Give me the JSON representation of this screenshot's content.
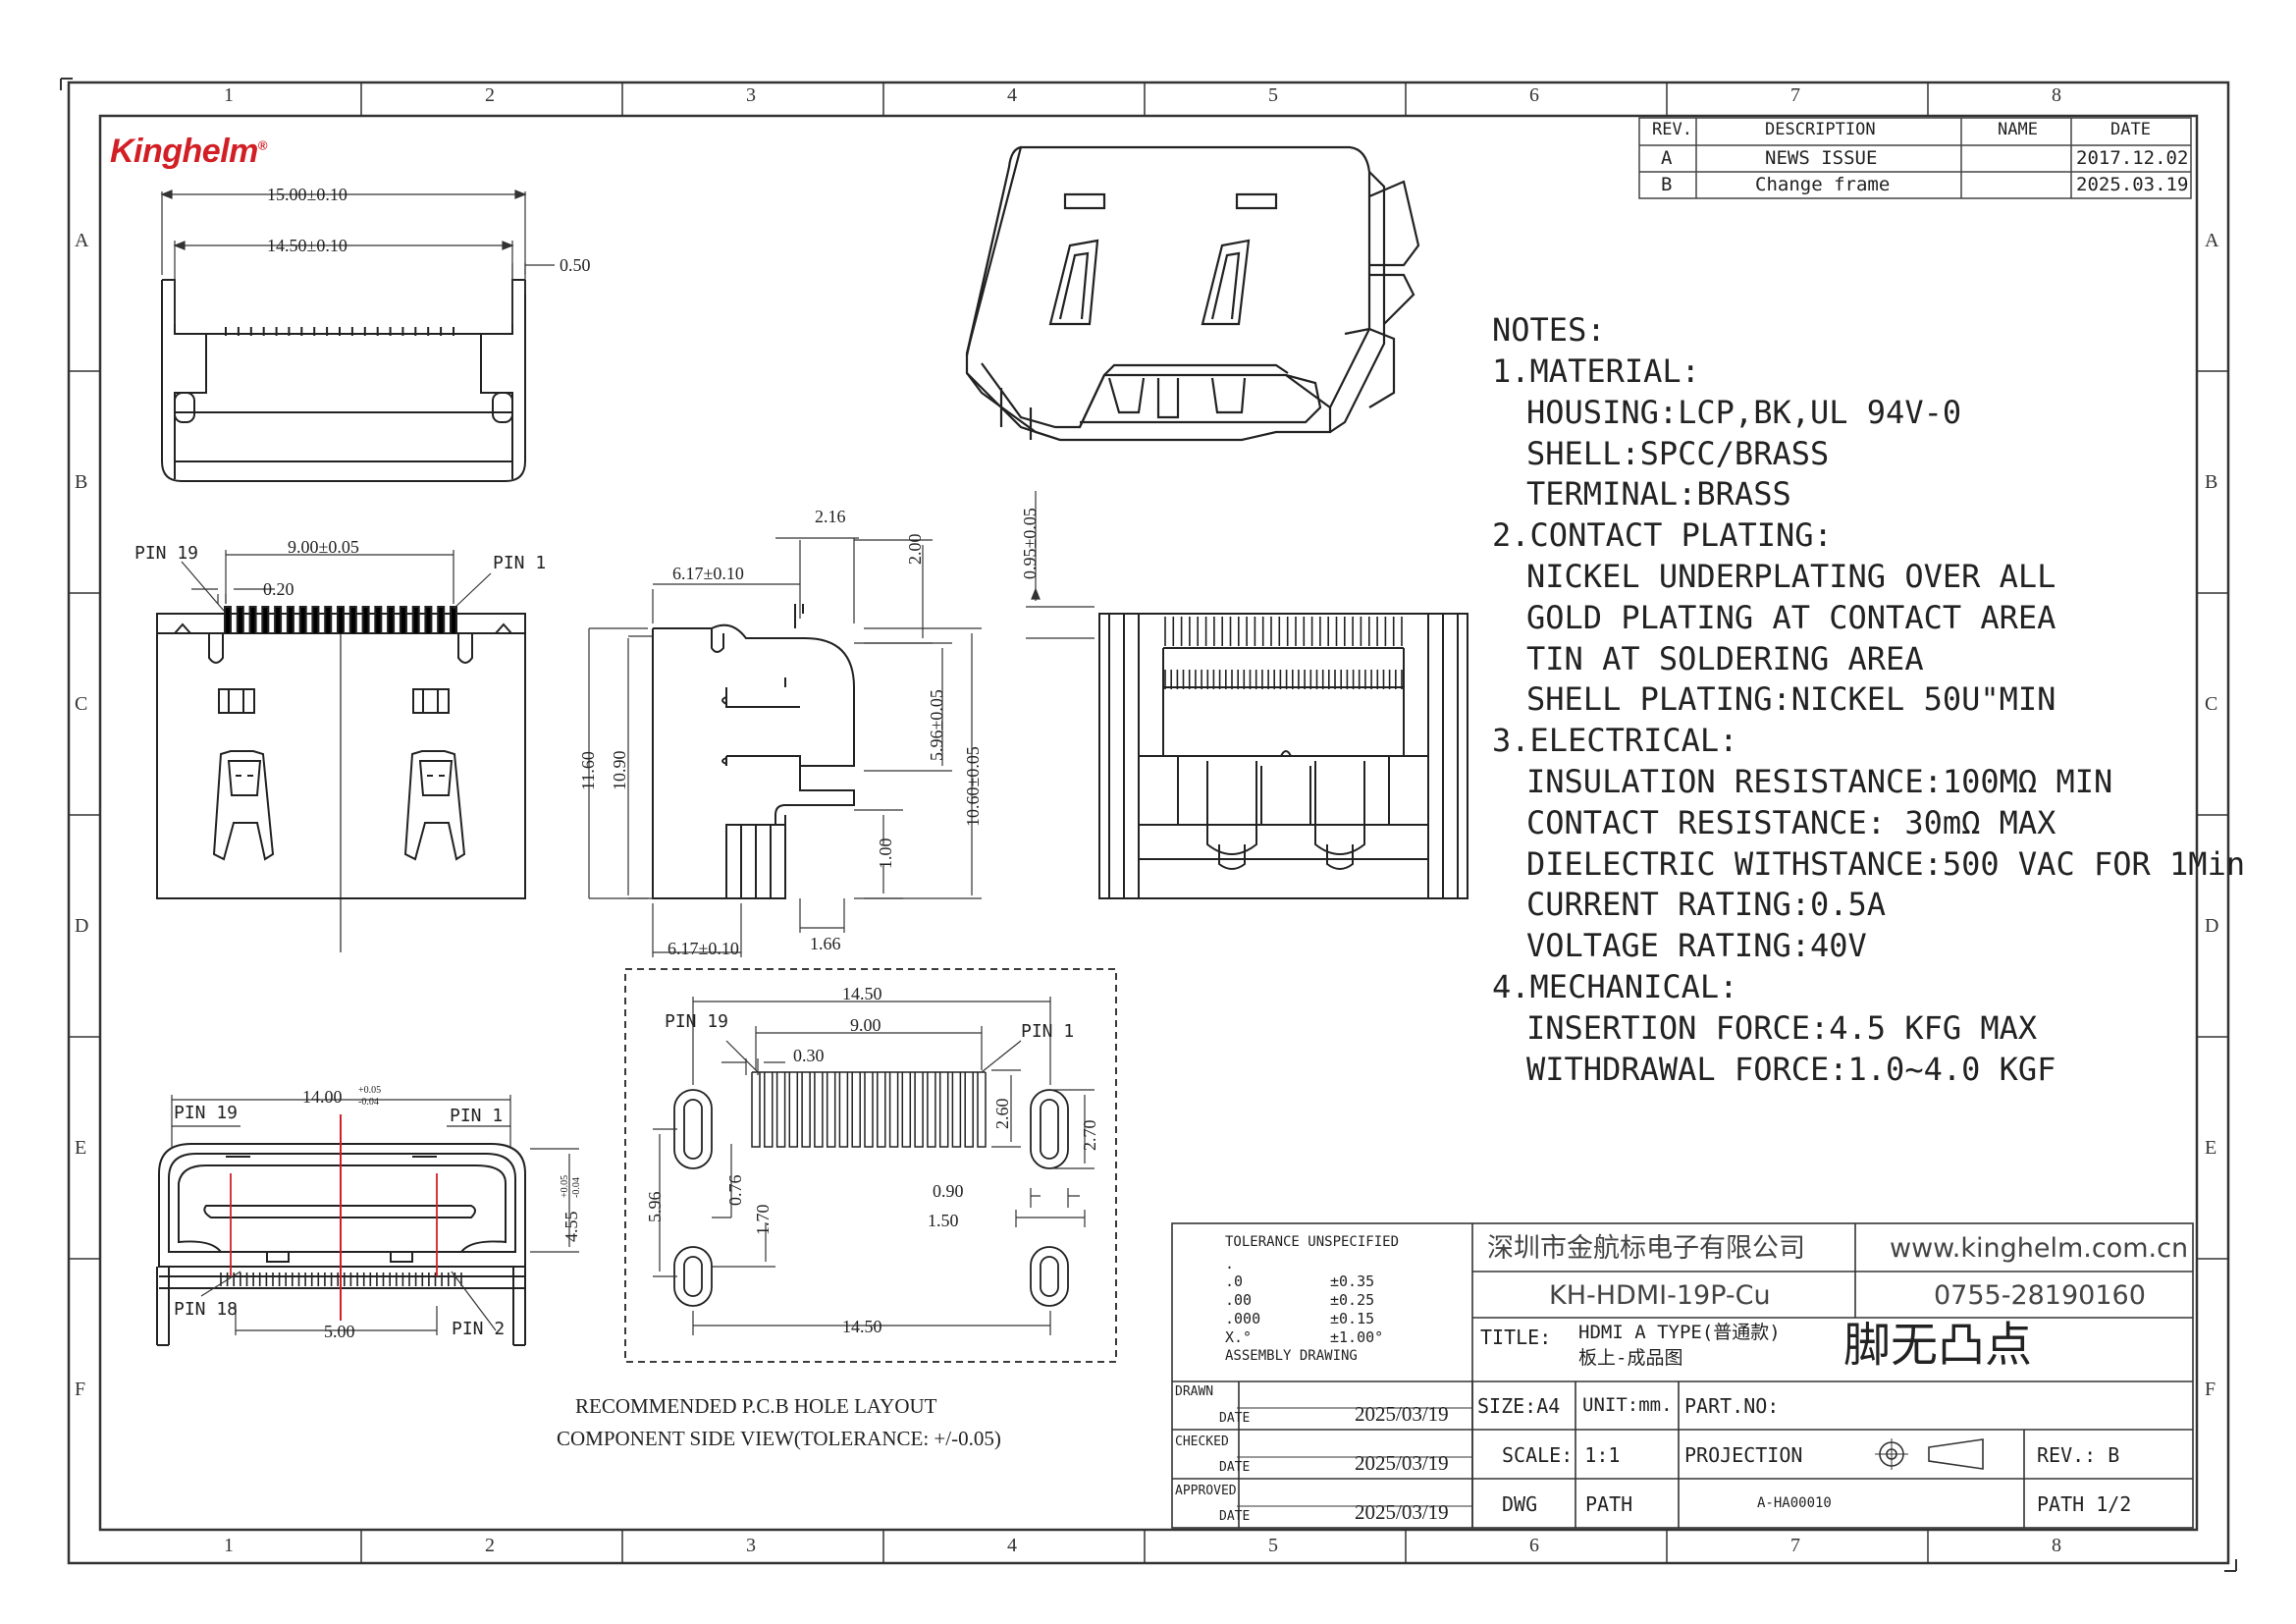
{
  "brand": {
    "logo": "Kinghelm",
    "registered": "®",
    "color": "#d21f26"
  },
  "frame": {
    "cols": [
      "1",
      "2",
      "3",
      "4",
      "5",
      "6",
      "7",
      "8"
    ],
    "rows": [
      "A",
      "B",
      "C",
      "D",
      "E",
      "F"
    ]
  },
  "revisions": {
    "headers": {
      "rev": "REV.",
      "desc": "DESCRIPTION",
      "name": "NAME",
      "date": "DATE"
    },
    "rows": [
      {
        "rev": "A",
        "desc": "NEWS ISSUE",
        "name": "",
        "date": "2017.12.02"
      },
      {
        "rev": "B",
        "desc": "Change frame",
        "name": "",
        "date": "2025.03.19"
      }
    ]
  },
  "notes": {
    "title": "NOTES:",
    "lines": [
      "1.MATERIAL:",
      "  HOUSING:LCP,BK,UL 94V-0",
      "  SHELL:SPCC/BRASS",
      "  TERMINAL:BRASS",
      "2.CONTACT PLATING:",
      "  NICKEL UNDERPLATING OVER ALL",
      "  GOLD PLATING AT CONTACT AREA",
      "  TIN AT SOLDERING AREA",
      "  SHELL PLATING:NICKEL 50U\"MIN",
      "3.ELECTRICAL:",
      "  INSULATION RESISTANCE:100MΩ MIN",
      "  CONTACT RESISTANCE: 30mΩ MAX",
      "  DIELECTRIC WITHSTANCE:500 VAC FOR 1Min",
      "  CURRENT RATING:0.5A",
      "  VOLTAGE RATING:40V",
      "4.MECHANICAL:",
      "  INSERTION FORCE:4.5 KFG MAX",
      "  WITHDRAWAL FORCE:1.0~4.0 KGF"
    ]
  },
  "dims": {
    "top_overall": "15.00±0.10",
    "top_inner": "14.50±0.10",
    "top_side": "0.50",
    "front_pin19": "PIN 19",
    "front_pin1": "PIN 1",
    "front_pitch": "9.00±0.05",
    "front_pin_w": "0.20",
    "side_depth_top": "6.17±0.10",
    "side_216": "2.16",
    "side_200": "2.00",
    "side_1160": "11.60",
    "side_1090": "10.90",
    "side_596": "5.96±0.05",
    "side_1060": "10.60±0.05",
    "side_100": "1.00",
    "side_166": "1.66",
    "side_depth_bot": "6.17±0.10",
    "rear_095": "0.95±0.05",
    "bottom_1400": "14.00",
    "bottom_1400_tol_up": "+0.05",
    "bottom_1400_tol_dn": "-0.04",
    "bottom_pin19": "PIN 19",
    "bottom_pin1": "PIN 1",
    "bottom_pin18": "PIN 18",
    "bottom_pin2": "PIN 2",
    "bottom_455": "4.55",
    "bottom_455_tol_up": "+0.05",
    "bottom_455_tol_dn": "-0.04",
    "bottom_500": "5.00",
    "pcb_1450_top": "14.50",
    "pcb_900": "9.00",
    "pcb_pin19": "PIN 19",
    "pcb_pin1": "PIN 1",
    "pcb_030": "0.30",
    "pcb_260": "2.60",
    "pcb_270": "2.70",
    "pcb_596": "5.96",
    "pcb_076": "0.76",
    "pcb_170": "1.70",
    "pcb_090": "0.90",
    "pcb_150": "1.50",
    "pcb_1450_bot": "14.50"
  },
  "captions": {
    "pcb_line1": "RECOMMENDED P.C.B HOLE LAYOUT",
    "pcb_line2": "COMPONENT SIDE VIEW(TOLERANCE: +/-0.05)"
  },
  "titleblock": {
    "tolerance_title": "TOLERANCE UNSPECIFIED",
    "tol_rows": [
      {
        "k": ".",
        "v": ""
      },
      {
        "k": ".0",
        "v": "±0.35"
      },
      {
        "k": ".00",
        "v": "±0.25"
      },
      {
        "k": ".000",
        "v": "±0.15"
      },
      {
        "k": "X.°",
        "v": "±1.00°"
      }
    ],
    "assembly": "ASSEMBLY DRAWING",
    "company": "深圳市金航标电子有限公司",
    "website": "www.kinghelm.com.cn",
    "part": "KH-HDMI-19P-Cu",
    "phone": "0755-28190160",
    "title_label": "TITLE:",
    "title_line1": "HDMI A TYPE(普通款)",
    "title_line2": "板上-成品图",
    "title_big": "脚无凸点",
    "drawn": "DRAWN",
    "checked": "CHECKED",
    "approved": "APPROVED",
    "date_label": "DATE",
    "drawn_date": "2025/03/19",
    "checked_date": "2025/03/19",
    "approved_date": "2025/03/19",
    "size": "SIZE:A4",
    "unit": "UNIT:mm.",
    "partno": "PART.NO:",
    "scale": "SCALE:  1:1",
    "projection": "PROJECTION",
    "rev": "REV.:  B",
    "dwg": "DWG",
    "path": "PATH",
    "dwg_no": "A-HA00010",
    "path_page": "PATH    1/2"
  }
}
